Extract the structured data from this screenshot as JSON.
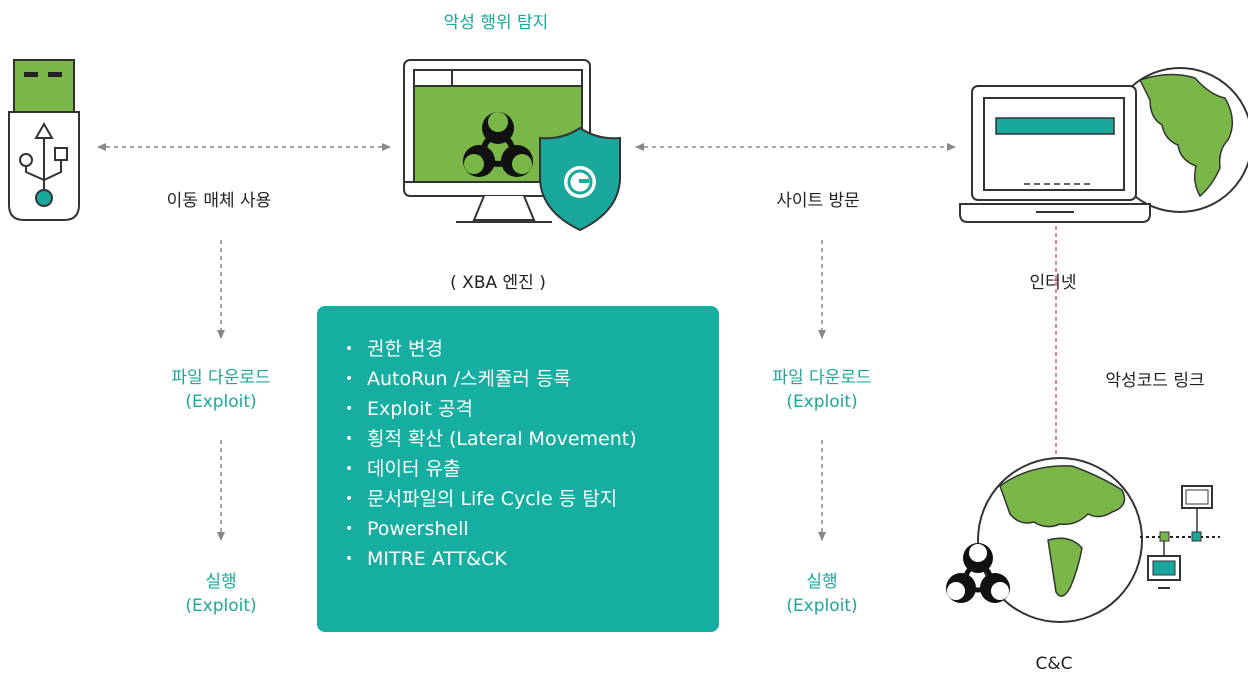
{
  "title": "악성 행위 탐지",
  "labels": {
    "usb": "이동 매체 사용",
    "site": "사이트 방문",
    "engine": "( XBA 엔진 )",
    "internet": "인터넷",
    "malicious_link": "악성코드 링크",
    "cnc": "C&C"
  },
  "left_flow": {
    "download": "파일 다운로드",
    "download_sub": "(Exploit)",
    "execute": "실행",
    "execute_sub": "(Exploit)"
  },
  "right_flow": {
    "download": "파일 다운로드",
    "download_sub": "(Exploit)",
    "execute": "실행",
    "execute_sub": "(Exploit)"
  },
  "features": [
    "권한 변경",
    "AutoRun /스케쥴러 등록",
    "Exploit 공격",
    "횡적 확산 (Lateral Movement)",
    "데이터 유출",
    "문서파일의 Life Cycle 등 탐지",
    "Powershell",
    "MITRE ATT&CK"
  ],
  "colors": {
    "teal": "#1aa89c",
    "green": "#7ab648",
    "dark": "#222222",
    "arrow": "#888888",
    "link": "#e05a7a"
  },
  "icons": [
    "usb-drive-icon",
    "monitor-icon",
    "biohazard-icon",
    "shield-icon",
    "laptop-icon",
    "globe-icon",
    "network-icon"
  ]
}
